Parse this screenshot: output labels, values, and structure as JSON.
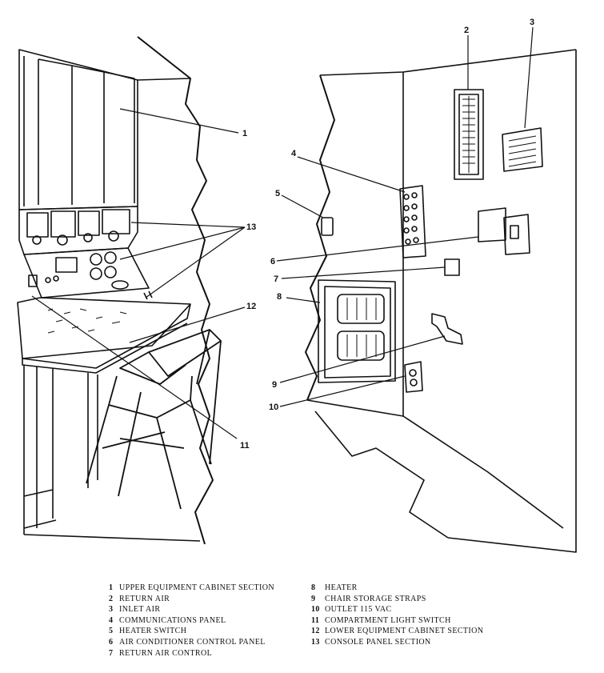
{
  "callouts": [
    "1",
    "2",
    "3",
    "4",
    "5",
    "6",
    "7",
    "8",
    "9",
    "10",
    "11",
    "12",
    "13"
  ],
  "legend": {
    "left": [
      {
        "num": "1",
        "label": "UPPER EQUIPMENT CABINET SECTION"
      },
      {
        "num": "2",
        "label": "RETURN AIR"
      },
      {
        "num": "3",
        "label": "INLET AIR"
      },
      {
        "num": "4",
        "label": "COMMUNICATIONS PANEL"
      },
      {
        "num": "5",
        "label": "HEATER SWITCH"
      },
      {
        "num": "6",
        "label": "AIR CONDITIONER CONTROL PANEL"
      },
      {
        "num": "7",
        "label": "RETURN AIR CONTROL"
      }
    ],
    "right": [
      {
        "num": "8",
        "label": "HEATER"
      },
      {
        "num": "9",
        "label": "CHAIR STORAGE STRAPS"
      },
      {
        "num": "10",
        "label": "OUTLET 115 VAC"
      },
      {
        "num": "11",
        "label": "COMPARTMENT LIGHT SWITCH"
      },
      {
        "num": "12",
        "label": "LOWER EQUIPMENT CABINET SECTION"
      },
      {
        "num": "13",
        "label": "CONSOLE PANEL SECTION"
      }
    ]
  }
}
